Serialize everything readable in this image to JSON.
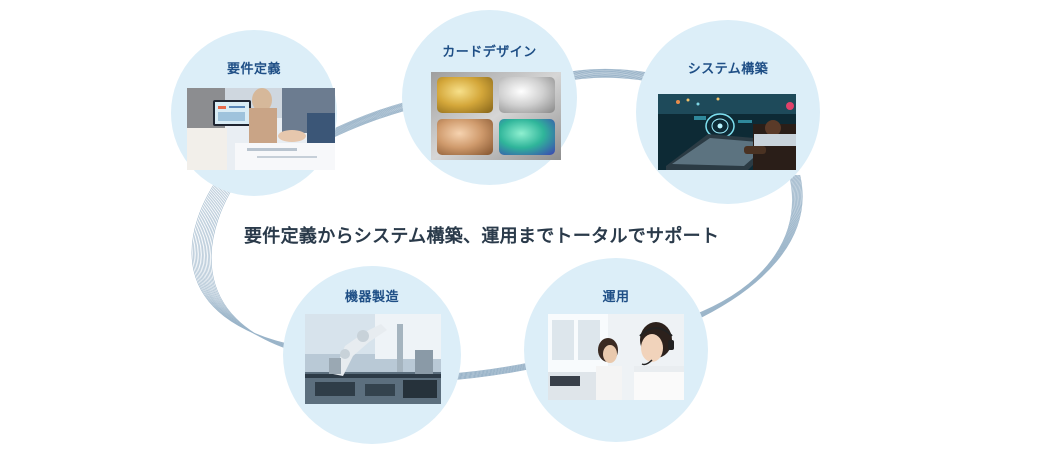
{
  "nodes": {
    "requirements": {
      "label": "要件定義"
    },
    "card_design": {
      "label": "カードデザイン"
    },
    "system_build": {
      "label": "システム構築"
    },
    "manufacturing": {
      "label": "機器製造"
    },
    "operation": {
      "label": "運用"
    }
  },
  "center_text": "要件定義からシステム構築、運用までトータルでサポート",
  "colors": {
    "circle_fill": "#dceef8",
    "label_text": "#1f4f86",
    "center_text": "#2a3a4a",
    "ribbon_line": "#8aa8c0"
  },
  "icons": {
    "requirements_photo": "meeting-tablet-photo-icon",
    "card_design_photo": "metallic-cards-photo-icon",
    "system_build_photo": "laptop-hologram-photo-icon",
    "manufacturing_photo": "factory-robot-arm-photo-icon",
    "operation_photo": "call-center-operator-photo-icon"
  }
}
